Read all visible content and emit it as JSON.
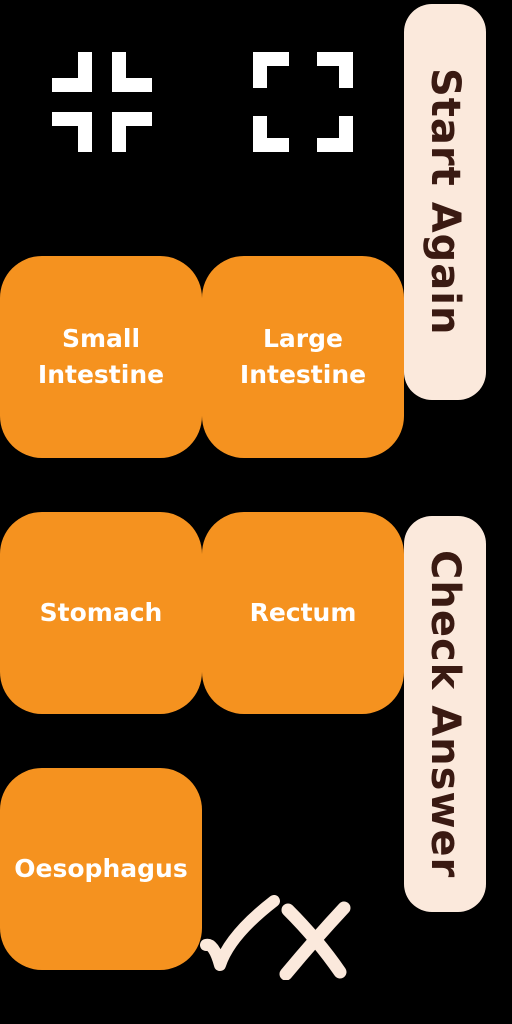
{
  "toolbar": {
    "icons": [
      "collapse-fullscreen-icon",
      "expand-fullscreen-icon"
    ]
  },
  "cards": [
    {
      "label": "Small\nIntestine"
    },
    {
      "label": "Large\nIntestine"
    },
    {
      "label": "Stomach"
    },
    {
      "label": "Rectum"
    },
    {
      "label": "Oesophagus"
    }
  ],
  "buttons": {
    "start_again": "Start Again",
    "check_answer": "Check Answer"
  },
  "feedback": {
    "icons": [
      "checkmark-icon",
      "cross-icon"
    ]
  },
  "colors": {
    "background": "#000000",
    "card": "#f5921f",
    "card_text": "#ffffff",
    "button_bg": "#fbe9dc",
    "button_text": "#3a1a12",
    "icon": "#ffffff",
    "mark": "#fbe9dc"
  }
}
